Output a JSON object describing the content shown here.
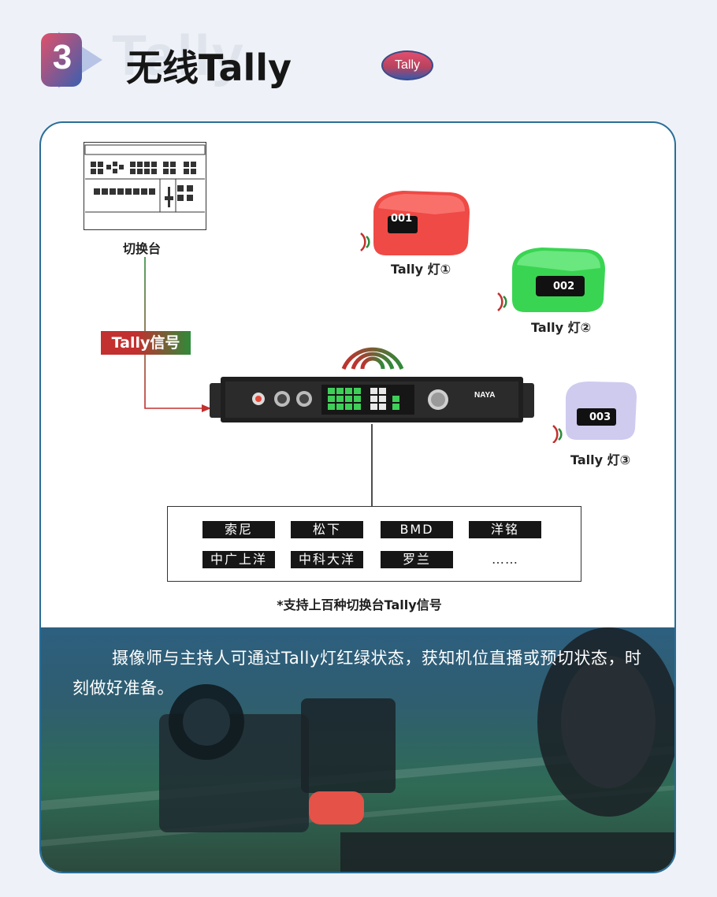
{
  "header": {
    "section_number": "3",
    "title": "无线Tally",
    "title_ghost": "Tally",
    "chip_label": "Tally"
  },
  "diagram": {
    "switcher_label": "切换台",
    "signal_label": "Tally信号",
    "device_brand": "NAYA",
    "lights": [
      {
        "label": "Tally 灯①",
        "display": "001",
        "color": "#f0413c"
      },
      {
        "label": "Tally 灯②",
        "display": "002",
        "color": "#3ddc55"
      },
      {
        "label": "Tally 灯③",
        "display": "003",
        "color": "#c9c5ea"
      }
    ],
    "brands": [
      "索尼",
      "松下",
      "BMD",
      "洋铭",
      "中广上洋",
      "中科大洋",
      "罗兰",
      "……"
    ],
    "footnote": "*支持上百种切换台Tally信号"
  },
  "description": "摄像师与主持人可通过Tally灯红绿状态，获知机位直播或预切状态，时刻做好准备。",
  "colors": {
    "accent_blue": "#2a6e98",
    "signal_red": "#c2302f",
    "signal_green": "#2e8a3a",
    "page_bg": "#eef2f8"
  }
}
